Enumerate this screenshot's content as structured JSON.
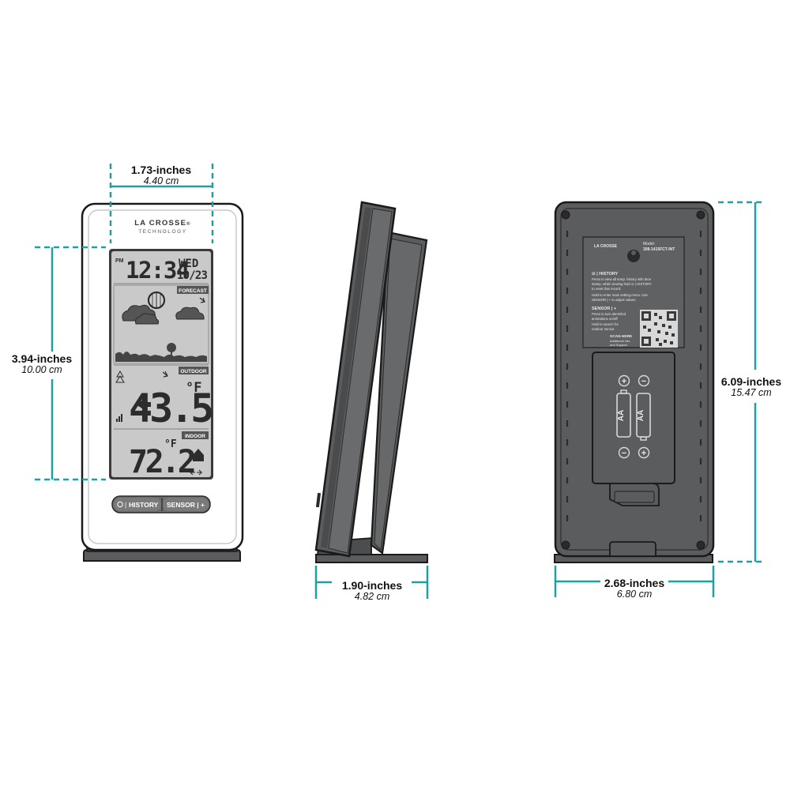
{
  "colors": {
    "accent": "#1fa0a3",
    "device_dark": "#5b5c5e",
    "device_outline": "#1a1a1a",
    "lcd": "#c9c9c9",
    "panel_white": "#ffffff"
  },
  "brand": {
    "name": "LA CROSSE",
    "mark": "®",
    "sub": "TECHNOLOGY"
  },
  "front": {
    "clock": {
      "ampm": "PM",
      "time": "12:34",
      "day": "WED",
      "date": "10/23"
    },
    "forecast_label": "FORECAST",
    "outdoor": {
      "label": "OUTDOOR",
      "value": "43.5",
      "unit": "°F"
    },
    "indoor": {
      "label": "INDOOR",
      "value": "72.2",
      "unit": "°F"
    },
    "buttons": {
      "history": "HISTORY",
      "sensor": "SENSOR | +"
    }
  },
  "back": {
    "brand": "LA CROSSE",
    "model_label": "Model:",
    "model": "308-1415FCT-INT",
    "history_title": "⊙ | HISTORY",
    "history_text_1": "Press to view all temp. history with time",
    "history_text_2": "stamp, while viewing hold ⊙ | HISTORY",
    "history_text_3": "to reset that record.",
    "history_text_4": "Hold to enter main setting menu. Use",
    "history_text_5": "SENSOR | + to adjust values.",
    "sensor_title": "SENSOR | +",
    "sensor_text_1": "Press to turn alerts/led",
    "sensor_text_2": "animations on/off",
    "sensor_text_3": "Hold to search for",
    "sensor_text_4": "outdoor sensor.",
    "scan_title": "SCAN HERE",
    "scan_text_1": "Additional Info",
    "scan_text_2": "and Support",
    "battery_1": "AA",
    "battery_2": "AA",
    "plus": "+",
    "minus": "−"
  },
  "dimensions": {
    "front_width": {
      "primary": "1.73-inches",
      "secondary": "4.40 cm"
    },
    "front_height": {
      "primary": "3.94-inches",
      "secondary": "10.00 cm"
    },
    "side_depth": {
      "primary": "1.90-inches",
      "secondary": "4.82 cm"
    },
    "back_width": {
      "primary": "2.68-inches",
      "secondary": "6.80 cm"
    },
    "back_height": {
      "primary": "6.09-inches",
      "secondary": "15.47 cm"
    }
  }
}
